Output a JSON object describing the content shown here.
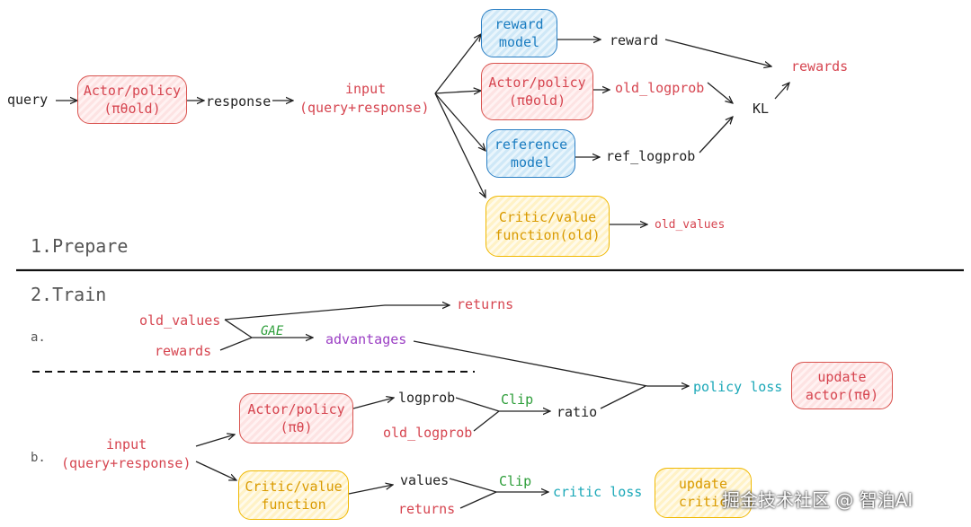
{
  "sections": {
    "prepare": "1.Prepare",
    "train": "2.Train",
    "sub_a": "a.",
    "sub_b": "b."
  },
  "prepare": {
    "query": "query",
    "actor_old": [
      "Actor/policy",
      "(πθold)"
    ],
    "response": "response",
    "input": [
      "input",
      "(query+response)"
    ],
    "reward_model": [
      "reward",
      "model"
    ],
    "actor_old2": [
      "Actor/policy",
      "(πθold)"
    ],
    "reference_model": [
      "reference",
      "model"
    ],
    "critic_old": [
      "Critic/value",
      "function(old)"
    ],
    "reward": "reward",
    "old_logprob": "old_logprob",
    "ref_logprob": "ref_logprob",
    "old_values": "old_values",
    "kl": "KL",
    "rewards": "rewards"
  },
  "train_a": {
    "old_values": "old_values",
    "rewards": "rewards",
    "gae": "GAE",
    "advantages": "advantages",
    "returns": "returns"
  },
  "train_b": {
    "input": [
      "input",
      "(query+response)"
    ],
    "actor": [
      "Actor/policy",
      "(πθ)"
    ],
    "critic": [
      "Critic/value",
      "function"
    ],
    "logprob": "logprob",
    "old_logprob": "old_logprob",
    "clip1": "Clip",
    "ratio": "ratio",
    "policy_loss": "policy loss",
    "update_actor": [
      "update",
      "actor(πθ)"
    ],
    "values": "values",
    "returns": "returns",
    "clip2": "Clip",
    "critic_loss": "critic loss",
    "update_critic": [
      "update",
      "critic"
    ]
  },
  "watermark": "掘金技术社区 @ 智泊AI",
  "colors": {
    "red": "#d64550",
    "blue": "#1a8fd0",
    "yellow": "#d99a00",
    "green": "#2e9e3a",
    "purple": "#9b3fc4",
    "cyan": "#1ba8b8"
  }
}
